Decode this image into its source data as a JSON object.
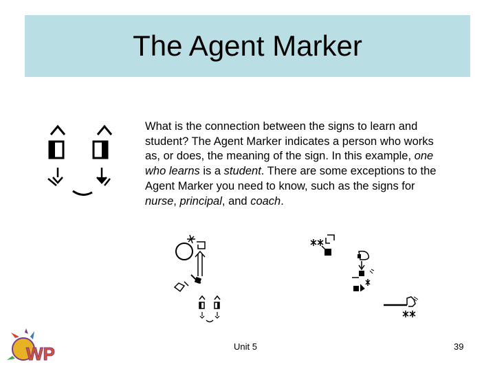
{
  "slide": {
    "title": "The Agent Marker",
    "body": [
      {
        "text": "What is the connection between the signs to learn and student?  The Agent Marker indicates a person who works as, or does, the meaning of the sign.  In this example, ",
        "italic": false
      },
      {
        "text": "one who learns",
        "italic": true
      },
      {
        "text": " is a ",
        "italic": false
      },
      {
        "text": "student",
        "italic": true
      },
      {
        "text": ".  There are some exceptions to the Agent Marker you need to know, such as the signs for ",
        "italic": false
      },
      {
        "text": "nurse",
        "italic": true
      },
      {
        "text": ", ",
        "italic": false
      },
      {
        "text": "principal",
        "italic": true
      },
      {
        "text": ", and ",
        "italic": false
      },
      {
        "text": "coach",
        "italic": true
      },
      {
        "text": ".",
        "italic": false
      }
    ],
    "footer": {
      "center": "Unit 5",
      "page_number": "39"
    }
  },
  "icons": {
    "student_sign": "signwriting-student-icon",
    "nurse_sign": "signwriting-nurse-icon",
    "principal_sign": "signwriting-principal-icon",
    "coach_sign": "signwriting-coach-icon",
    "student_small_sign": "signwriting-student-small-icon",
    "logo": "colorful-logo-icon"
  },
  "colors": {
    "title_background": "#b9dfe4",
    "text": "#000000"
  }
}
